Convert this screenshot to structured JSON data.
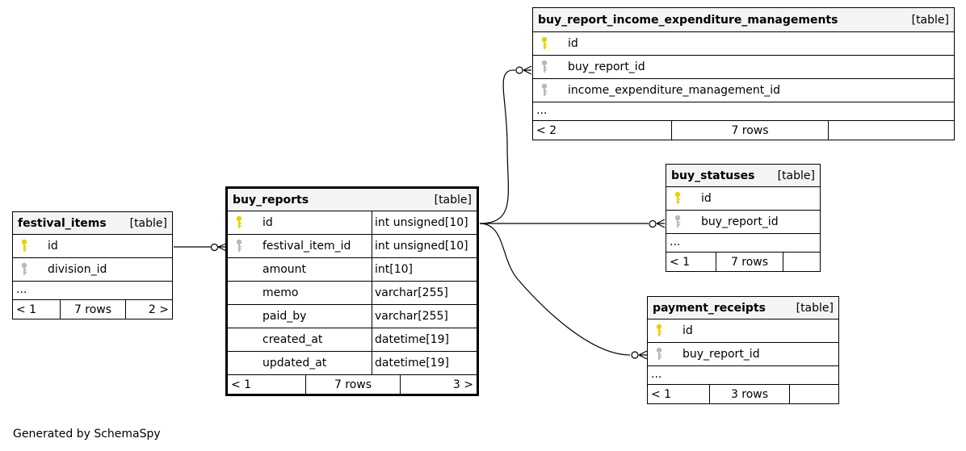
{
  "footer_text": "Generated by SchemaSpy",
  "tables": {
    "festival_items": {
      "name": "festival_items",
      "tag": "[table]",
      "columns": [
        {
          "name": "id",
          "type": "",
          "key": "pk"
        },
        {
          "name": "division_id",
          "type": "",
          "key": "fk"
        }
      ],
      "more": "...",
      "footer": {
        "parents": "< 1",
        "rows": "7 rows",
        "children": "2 >"
      }
    },
    "buy_reports": {
      "name": "buy_reports",
      "tag": "[table]",
      "columns": [
        {
          "name": "id",
          "type": "int unsigned[10]",
          "key": "pk"
        },
        {
          "name": "festival_item_id",
          "type": "int unsigned[10]",
          "key": "fk"
        },
        {
          "name": "amount",
          "type": "int[10]",
          "key": ""
        },
        {
          "name": "memo",
          "type": "varchar[255]",
          "key": ""
        },
        {
          "name": "paid_by",
          "type": "varchar[255]",
          "key": ""
        },
        {
          "name": "created_at",
          "type": "datetime[19]",
          "key": ""
        },
        {
          "name": "updated_at",
          "type": "datetime[19]",
          "key": ""
        }
      ],
      "footer": {
        "parents": "< 1",
        "rows": "7 rows",
        "children": "3 >"
      }
    },
    "buy_report_income_expenditure_managements": {
      "name": "buy_report_income_expenditure_managements",
      "tag": "[table]",
      "columns": [
        {
          "name": "id",
          "type": "",
          "key": "pk"
        },
        {
          "name": "buy_report_id",
          "type": "",
          "key": "fk"
        },
        {
          "name": "income_expenditure_management_id",
          "type": "",
          "key": "fk"
        }
      ],
      "more": "...",
      "footer": {
        "parents": "< 2",
        "rows": "7 rows",
        "children": ""
      }
    },
    "buy_statuses": {
      "name": "buy_statuses",
      "tag": "[table]",
      "columns": [
        {
          "name": "id",
          "type": "",
          "key": "pk"
        },
        {
          "name": "buy_report_id",
          "type": "",
          "key": "fk"
        }
      ],
      "more": "...",
      "footer": {
        "parents": "< 1",
        "rows": "7 rows",
        "children": ""
      }
    },
    "payment_receipts": {
      "name": "payment_receipts",
      "tag": "[table]",
      "columns": [
        {
          "name": "id",
          "type": "",
          "key": "pk"
        },
        {
          "name": "buy_report_id",
          "type": "",
          "key": "fk"
        }
      ],
      "more": "...",
      "footer": {
        "parents": "< 1",
        "rows": "3 rows",
        "children": ""
      }
    }
  },
  "colors": {
    "pk_key": "#e6d200",
    "fk_key": "#b8b8b8",
    "header_bg": "#f4f4f4"
  }
}
